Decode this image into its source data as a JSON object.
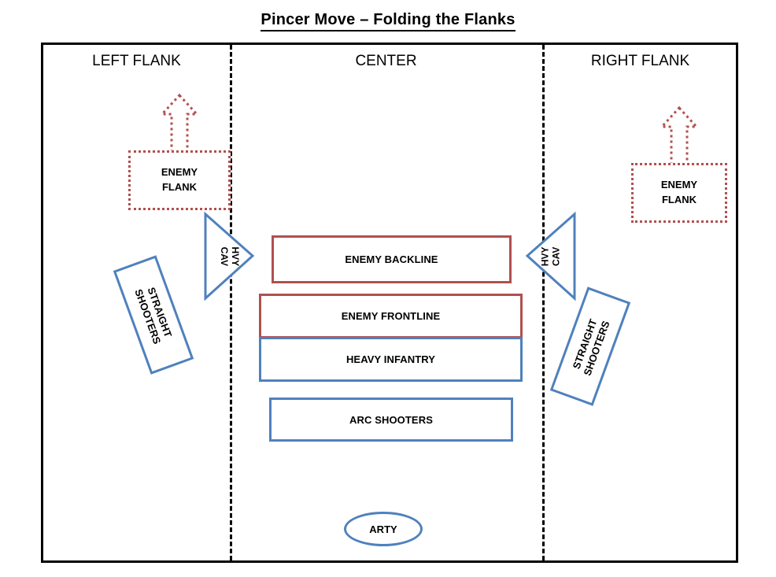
{
  "title": "Pincer Move – Folding the Flanks",
  "zones": {
    "left": "LEFT FLANK",
    "center": "CENTER",
    "right": "RIGHT FLANK"
  },
  "enemy_flanks": [
    {
      "line1": "ENEMY",
      "line2": "FLANK",
      "side": "left"
    },
    {
      "line1": "ENEMY",
      "line2": "FLANK",
      "side": "right"
    }
  ],
  "cavalry": [
    {
      "line1": "HVY",
      "line2": "CAV",
      "side": "left"
    },
    {
      "line1": "HVY",
      "line2": "CAV",
      "side": "right"
    }
  ],
  "shooters": [
    {
      "line1": "STRAIGHT",
      "line2": "SHOOTERS",
      "side": "left"
    },
    {
      "line1": "STRAIGHT",
      "line2": "SHOOTERS",
      "side": "right"
    }
  ],
  "center_units": [
    {
      "label": "ENEMY BACKLINE",
      "color": "#B0504F"
    },
    {
      "label": "ENEMY FRONTLINE",
      "color": "#B0504F"
    },
    {
      "label": "HEAVY INFANTRY",
      "color": "#4F81BD"
    },
    {
      "label": "ARC SHOOTERS",
      "color": "#4F81BD"
    }
  ],
  "artillery": {
    "label": "ARTY"
  },
  "colors": {
    "enemy_red": "#B0504F",
    "friendly_blue": "#4F81BD",
    "frame_black": "#000000",
    "background": "#FFFFFF"
  }
}
